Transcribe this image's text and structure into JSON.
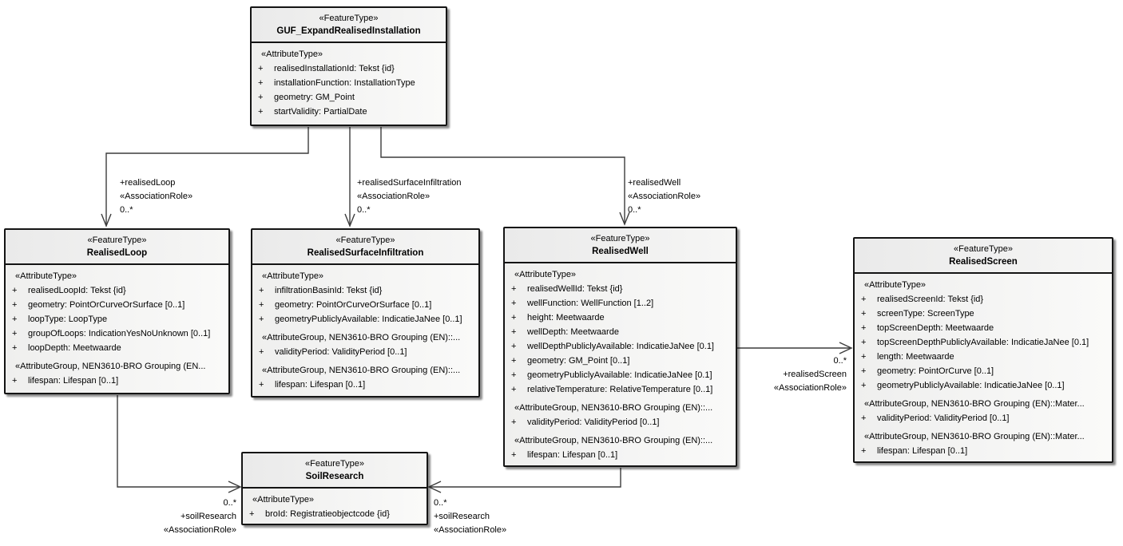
{
  "classes": {
    "guf": {
      "stereotype": "«FeatureType»",
      "name": "GUF_ExpandRealisedInstallation",
      "rows": [
        {
          "cls": "hdr",
          "vis": "",
          "text": "«AttributeType»"
        },
        {
          "cls": "",
          "vis": "+",
          "text": "realisedInstallationId: Tekst {id}"
        },
        {
          "cls": "",
          "vis": "+",
          "text": "installationFunction: InstallationType"
        },
        {
          "cls": "",
          "vis": "+",
          "text": "geometry: GM_Point"
        },
        {
          "cls": "",
          "vis": "+",
          "text": "startValidity: PartialDate"
        }
      ]
    },
    "loop": {
      "stereotype": "«FeatureType»",
      "name": "RealisedLoop",
      "rows": [
        {
          "cls": "hdr",
          "vis": "",
          "text": "«AttributeType»"
        },
        {
          "cls": "",
          "vis": "+",
          "text": "realisedLoopId: Tekst {id}"
        },
        {
          "cls": "",
          "vis": "+",
          "text": "geometry: PointOrCurveOrSurface [0..1]"
        },
        {
          "cls": "",
          "vis": "+",
          "text": "loopType: LoopType"
        },
        {
          "cls": "",
          "vis": "+",
          "text": "groupOfLoops: IndicationYesNoUnknown [0..1]"
        },
        {
          "cls": "",
          "vis": "+",
          "text": "loopDepth: Meetwaarde"
        },
        {
          "cls": "grp",
          "vis": "",
          "text": "«AttributeGroup, NEN3610-BRO Grouping (EN..."
        },
        {
          "cls": "",
          "vis": "+",
          "text": "lifespan: Lifespan [0..1]"
        }
      ]
    },
    "infil": {
      "stereotype": "«FeatureType»",
      "name": "RealisedSurfaceInfiltration",
      "rows": [
        {
          "cls": "hdr",
          "vis": "",
          "text": "«AttributeType»"
        },
        {
          "cls": "",
          "vis": "+",
          "text": "infiltrationBasinId: Tekst {id}"
        },
        {
          "cls": "",
          "vis": "+",
          "text": "geometry: PointOrCurveOrSurface [0..1]"
        },
        {
          "cls": "",
          "vis": "+",
          "text": "geometryPubliclyAvailable: IndicatieJaNee [0..1]"
        },
        {
          "cls": "grp",
          "vis": "",
          "text": "«AttributeGroup, NEN3610-BRO Grouping (EN)::..."
        },
        {
          "cls": "",
          "vis": "+",
          "text": "validityPeriod: ValidityPeriod [0..1]"
        },
        {
          "cls": "grp",
          "vis": "",
          "text": "«AttributeGroup, NEN3610-BRO Grouping (EN)::..."
        },
        {
          "cls": "",
          "vis": "+",
          "text": "lifespan: Lifespan [0..1]"
        }
      ]
    },
    "well": {
      "stereotype": "«FeatureType»",
      "name": "RealisedWell",
      "rows": [
        {
          "cls": "hdr",
          "vis": "",
          "text": "«AttributeType»"
        },
        {
          "cls": "",
          "vis": "+",
          "text": "realisedWellId: Tekst {id}"
        },
        {
          "cls": "",
          "vis": "+",
          "text": "wellFunction: WellFunction [1..2]"
        },
        {
          "cls": "",
          "vis": "+",
          "text": "height: Meetwaarde"
        },
        {
          "cls": "",
          "vis": "+",
          "text": "wellDepth: Meetwaarde"
        },
        {
          "cls": "",
          "vis": "+",
          "text": "wellDepthPubliclyAvailable: IndicatieJaNee [0.1]"
        },
        {
          "cls": "",
          "vis": "+",
          "text": "geometry: GM_Point [0..1]"
        },
        {
          "cls": "",
          "vis": "+",
          "text": "geometryPubliclyAvailable: IndicatieJaNee [0.1]"
        },
        {
          "cls": "",
          "vis": "+",
          "text": "relativeTemperature: RelativeTemperature [0..1]"
        },
        {
          "cls": "grp",
          "vis": "",
          "text": "«AttributeGroup, NEN3610-BRO Grouping (EN)::..."
        },
        {
          "cls": "",
          "vis": "+",
          "text": "validityPeriod: ValidityPeriod [0..1]"
        },
        {
          "cls": "grp",
          "vis": "",
          "text": "«AttributeGroup, NEN3610-BRO Grouping (EN)::..."
        },
        {
          "cls": "",
          "vis": "+",
          "text": "lifespan: Lifespan [0..1]"
        }
      ]
    },
    "screen": {
      "stereotype": "«FeatureType»",
      "name": "RealisedScreen",
      "rows": [
        {
          "cls": "hdr",
          "vis": "",
          "text": "«AttributeType»"
        },
        {
          "cls": "",
          "vis": "+",
          "text": "realisedScreenId: Tekst {id}"
        },
        {
          "cls": "",
          "vis": "+",
          "text": "screenType: ScreenType"
        },
        {
          "cls": "",
          "vis": "+",
          "text": "topScreenDepth: Meetwaarde"
        },
        {
          "cls": "",
          "vis": "+",
          "text": "topScreenDepthPubliclyAvailable: IndicatieJaNee [0.1]"
        },
        {
          "cls": "",
          "vis": "+",
          "text": "length: Meetwaarde"
        },
        {
          "cls": "",
          "vis": "+",
          "text": "geometry: PointOrCurve [0..1]"
        },
        {
          "cls": "",
          "vis": "+",
          "text": "geometryPubliclyAvailable: IndicatieJaNee [0..1]"
        },
        {
          "cls": "grp",
          "vis": "",
          "text": "«AttributeGroup, NEN3610-BRO Grouping (EN)::Mater..."
        },
        {
          "cls": "",
          "vis": "+",
          "text": "validityPeriod: ValidityPeriod [0..1]"
        },
        {
          "cls": "grp",
          "vis": "",
          "text": "«AttributeGroup, NEN3610-BRO Grouping (EN)::Mater..."
        },
        {
          "cls": "",
          "vis": "+",
          "text": "lifespan: Lifespan [0..1]"
        }
      ]
    },
    "soil": {
      "stereotype": "«FeatureType»",
      "name": "SoilResearch",
      "rows": [
        {
          "cls": "hdr",
          "vis": "",
          "text": "«AttributeType»"
        },
        {
          "cls": "",
          "vis": "+",
          "text": "broId: Registratieobjectcode {id}"
        }
      ]
    }
  },
  "associations": {
    "loop": {
      "role": "+realisedLoop",
      "stereotype": "«AssociationRole»",
      "multiplicity": "0..*"
    },
    "infil": {
      "role": "+realisedSurfaceInfiltration",
      "stereotype": "«AssociationRole»",
      "multiplicity": "0..*"
    },
    "well": {
      "role": "+realisedWell",
      "stereotype": "«AssociationRole»",
      "multiplicity": "0..*"
    },
    "screen": {
      "multiplicity": "0..*",
      "role": "+realisedScreen",
      "stereotype": "«AssociationRole»"
    },
    "soil_left": {
      "multiplicity": "0..*",
      "role": "+soilResearch",
      "stereotype": "«AssociationRole»"
    },
    "soil_right": {
      "multiplicity": "0..*",
      "role": "+soilResearch",
      "stereotype": "«AssociationRole»"
    }
  }
}
